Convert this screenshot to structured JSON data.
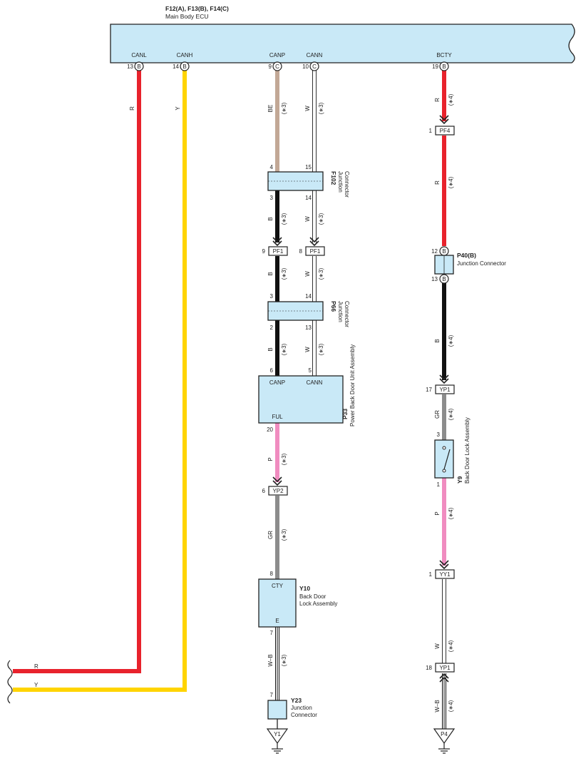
{
  "ecu": {
    "connectors": "F12(A), F13(B), F14(C)",
    "name": "Main Body ECU",
    "terminals": [
      {
        "label": "CANL",
        "pin": "13",
        "conn": "B"
      },
      {
        "label": "CANH",
        "pin": "14",
        "conn": "B"
      },
      {
        "label": "CANP",
        "pin": "9",
        "conn": "C"
      },
      {
        "label": "CANN",
        "pin": "10",
        "conn": "C"
      },
      {
        "label": "BCTY",
        "pin": "19",
        "conn": "B"
      }
    ]
  },
  "wire_colors": {
    "R": "#e8222c",
    "Y": "#ffd400",
    "BE": "#c2a896",
    "W": "#ffffff",
    "B": "#111111",
    "P": "#f08cc0",
    "GR": "#8c8c8c",
    "W-B": "#ffffff"
  },
  "wire_labels": {
    "r": "R",
    "y": "Y",
    "be": "BE",
    "w": "W",
    "b": "B",
    "p": "P",
    "gr": "GR",
    "wb": "W–B",
    "note3": "(∗3)",
    "note4": "(∗4)"
  },
  "components": {
    "f102": {
      "id": "F102",
      "desc1": "Junction",
      "desc2": "Connector",
      "pins": [
        "4",
        "15",
        "3",
        "14"
      ]
    },
    "p66": {
      "id": "P66",
      "desc1": "Junction",
      "desc2": "Connector",
      "pins": [
        "3",
        "14",
        "2",
        "13"
      ]
    },
    "p33": {
      "id": "P33",
      "desc": "Power Back Door Unit Assembly",
      "canp": "CANP",
      "cann": "CANN",
      "ful": "FUL",
      "pins": [
        "6",
        "5",
        "20"
      ]
    },
    "y10": {
      "id": "Y10",
      "desc1": "Back Door",
      "desc2": "Lock Assembly",
      "cty": "CTY",
      "e": "E",
      "pins": [
        "8",
        "7"
      ]
    },
    "y23": {
      "id": "Y23",
      "desc1": "Junction",
      "desc2": "Connector",
      "pin": "7"
    },
    "p40": {
      "id": "P40(B)",
      "desc": "Junction Connector",
      "pins": [
        "12",
        "13"
      ],
      "conn": "B"
    },
    "y9": {
      "id": "Y9",
      "desc": "Back Door Lock Assembly",
      "pins": [
        "3",
        "1"
      ]
    }
  },
  "inline_connectors": {
    "pf4": {
      "id": "PF4",
      "pin": "1"
    },
    "pf1a": {
      "id": "PF1",
      "pin": "9"
    },
    "pf1b": {
      "id": "PF1",
      "pin": "8"
    },
    "yp1a": {
      "id": "YP1",
      "pin": "17"
    },
    "yp2": {
      "id": "YP2",
      "pin": "6"
    },
    "yy1": {
      "id": "YY1",
      "pin": "1"
    },
    "yp1b": {
      "id": "YP1",
      "pin": "18"
    }
  },
  "grounds": {
    "y1": "Y1",
    "p4": "P4"
  },
  "continuations": {
    "r": "R",
    "y": "Y"
  }
}
